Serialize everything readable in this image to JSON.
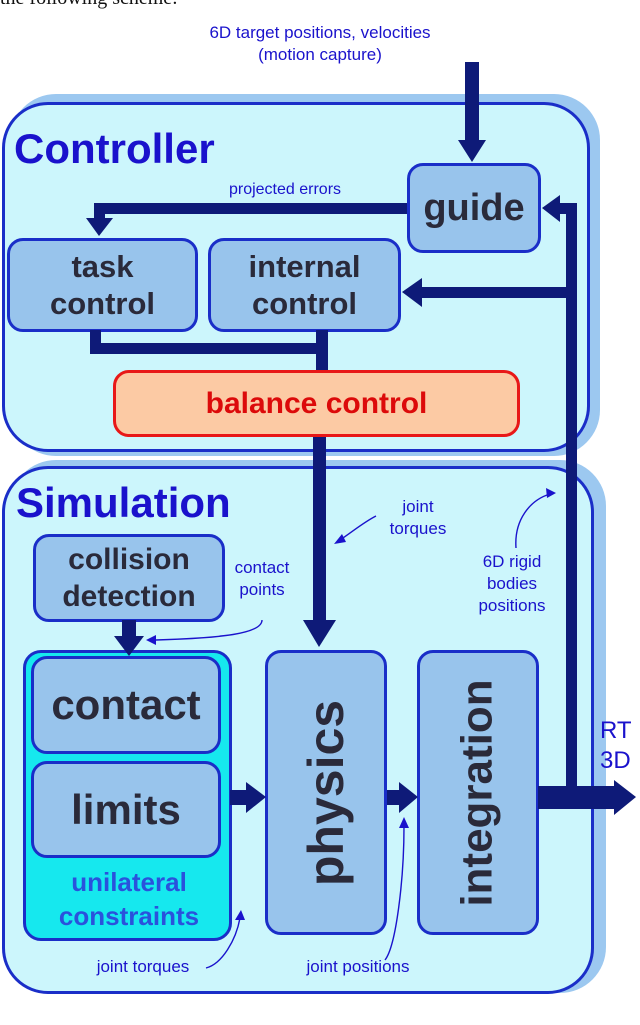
{
  "caption_top": "the following scheme:",
  "input": {
    "label_line1": "6D target positions, velocities",
    "label_line2": "(motion capture)"
  },
  "controller": {
    "title": "Controller",
    "guide": "guide",
    "projected_errors": "projected errors",
    "task_control_line1": "task",
    "task_control_line2": "control",
    "internal_control_line1": "internal",
    "internal_control_line2": "control",
    "balance_control": "balance control"
  },
  "simulation": {
    "title": "Simulation",
    "collision_detection_line1": "collision",
    "collision_detection_line2": "detection",
    "contact_points_line1": "contact",
    "contact_points_line2": "points",
    "contact": "contact",
    "limits": "limits",
    "unilateral_line1": "unilateral",
    "unilateral_line2": "constraints",
    "physics": "physics",
    "integration": "integration",
    "joint_torques_upper_line1": "joint",
    "joint_torques_upper_line2": "torques",
    "rigid_bodies_line1": "6D rigid",
    "rigid_bodies_line2": "bodies",
    "rigid_bodies_line3": "positions",
    "joint_torques_lower": "joint torques",
    "joint_positions": "joint positions"
  },
  "output": {
    "line1": "RT",
    "line2": "3D"
  },
  "colors": {
    "arrow": "#0e1a78",
    "border": "#1a2ec8",
    "panel_fill": "#ccf6fc",
    "box_fill": "#98c4ec",
    "balance_fill": "#fccaa4",
    "balance_border": "#e81818",
    "cyan": "#16e8ee",
    "label": "#1a12cc"
  }
}
